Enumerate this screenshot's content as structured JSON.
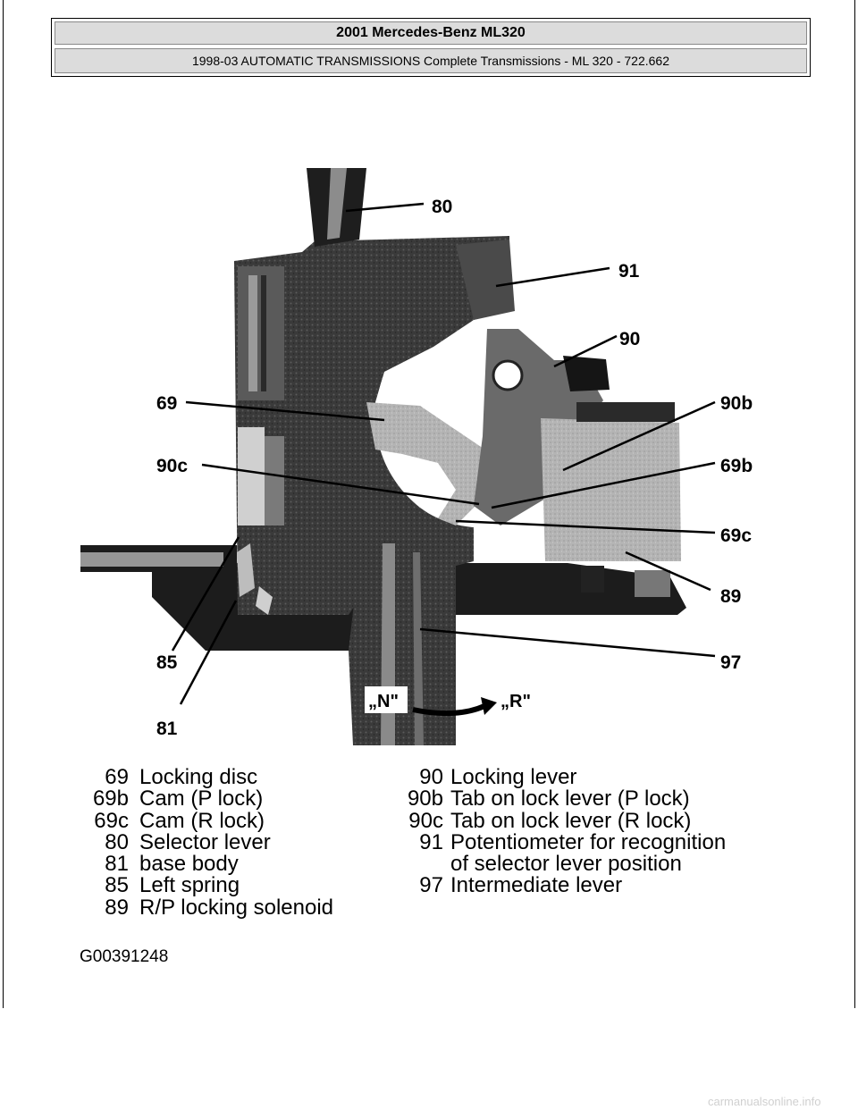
{
  "header": {
    "title": "2001 Mercedes-Benz ML320",
    "subtitle": "1998-03 AUTOMATIC TRANSMISSIONS Complete Transmissions - ML 320 - 722.662"
  },
  "figure": {
    "callouts": [
      "80",
      "91",
      "90",
      "69",
      "90b",
      "90c",
      "69b",
      "69c",
      "89",
      "85",
      "97",
      "81"
    ],
    "direction_from": "„N\"",
    "direction_to": "„R\""
  },
  "legend": {
    "left": [
      {
        "num": "69",
        "text": "Locking disc"
      },
      {
        "num": "69b",
        "text": "Cam (P lock)"
      },
      {
        "num": "69c",
        "text": "Cam (R lock)"
      },
      {
        "num": "80",
        "text": "Selector lever"
      },
      {
        "num": "81",
        "text": "base body"
      },
      {
        "num": "85",
        "text": "Left spring"
      },
      {
        "num": "89",
        "text": "R/P locking solenoid"
      }
    ],
    "right": [
      {
        "num": "90",
        "text": "Locking lever"
      },
      {
        "num": "90b",
        "text": "Tab on lock lever (P lock)"
      },
      {
        "num": "90c",
        "text": "Tab on lock lever (R lock)"
      },
      {
        "num": "91",
        "text": "Potentiometer for recognition"
      },
      {
        "num": "",
        "text": "of selector lever position"
      },
      {
        "num": "97",
        "text": "Intermediate lever"
      }
    ]
  },
  "figure_id": "G00391248",
  "watermark": "carmanualsonline.info"
}
